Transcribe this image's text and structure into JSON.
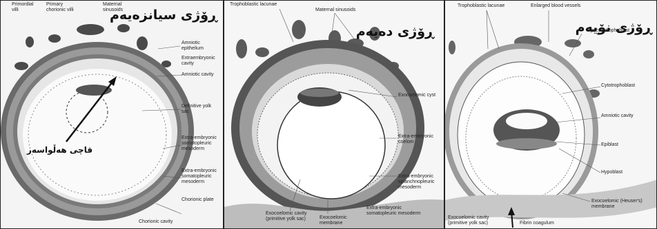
{
  "panels": [
    {
      "title": "ڕۆژی سیانزەیەم",
      "callout": "قاچی هەڵواسەر",
      "labels": [
        "Primordial villi",
        "Primary chorionic villi",
        "Maternal sinusoids",
        "Amniotic epithelium",
        "Extraembryonic cavity",
        "Amniotic cavity",
        "Definitive yolk sac",
        "Extra-embryonic somatopleuric mesoderm",
        "Extra-embryonic somatopleuric mesoderm",
        "Chorionic plate",
        "Chorionic cavity"
      ]
    },
    {
      "title": "ڕۆژی دەیەم",
      "labels": [
        "Trophoblastic lacunae",
        "Maternal sinusoids",
        "Exocoelomic cyst",
        "Extra-embryonic coelom",
        "Extra-embryonic splanchnopleuric mesoderm",
        "Extra-embryonic somatopleuric mesoderm",
        "Exocoelomic cavity (primitive yolk sac)",
        "Exocoelomic membrane"
      ]
    },
    {
      "title": "ڕۆژی نۆیەم",
      "labels": [
        "Trophoblastic lacunae",
        "Enlarged blood vessels",
        "Syncytiotrophoblast",
        "Cytotrophoblast",
        "Amniotic cavity",
        "Epiblast",
        "Hypoblast",
        "Exocoelomic (Heuser's) membrane",
        "Exocoelomic cavity (primitive yolk sac)",
        "Fibrin coagulum"
      ]
    }
  ]
}
